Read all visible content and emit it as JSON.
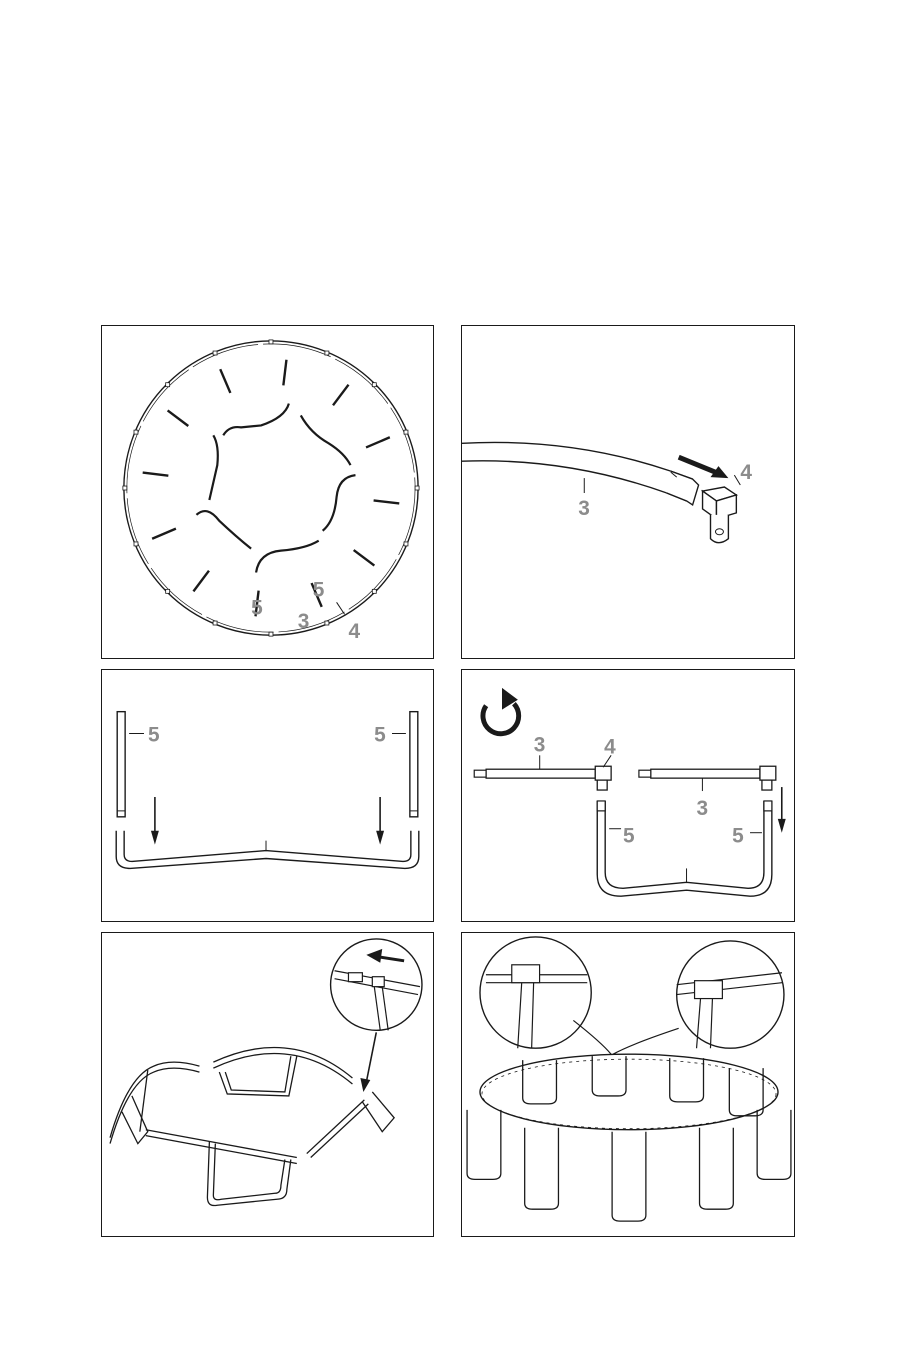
{
  "parts": {
    "rail": "3",
    "t_connector": "4",
    "leg": "5"
  },
  "colors": {
    "line": "#1a1a1a",
    "label": "#8c8c8c"
  },
  "icons": {
    "rotate": "rotate-clockwise-icon",
    "arrow": "arrow-icon"
  }
}
